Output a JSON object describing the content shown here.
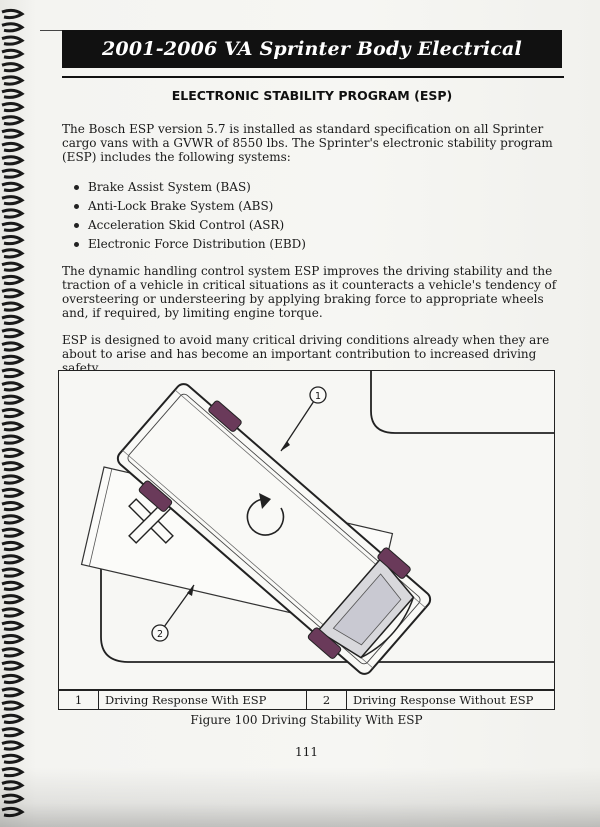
{
  "header": {
    "title": "2001-2006 VA Sprinter Body Electrical"
  },
  "section": {
    "title": "ELECTRONIC STABILITY PROGRAM (ESP)"
  },
  "intro": "The Bosch ESP version 5.7 is installed as standard specification on all Sprinter cargo vans with a GVWR of 8550 lbs. The Sprinter's electronic stability program (ESP) includes the following systems:",
  "systems": [
    "Brake Assist System (BAS)",
    "Anti-Lock Brake System (ABS)",
    "Acceleration Skid Control (ASR)",
    "Electronic Force Distribution (EBD)"
  ],
  "paragraph2": "The dynamic handling control system ESP improves the driving stability and the traction of a vehicle in critical situations as it counteracts a vehicle's tendency of oversteering or understeering by applying braking force to appropriate wheels and, if required, by limiting engine torque.",
  "paragraph3": "ESP is designed to avoid many critical driving conditions already when they are about to arise and has become an important contribution to increased driving safety.",
  "figure": {
    "callouts": [
      "1",
      "2"
    ],
    "legend": [
      {
        "number": "1",
        "label": "Driving Response With ESP"
      },
      {
        "number": "2",
        "label": "Driving Response Without ESP"
      }
    ],
    "caption": "Figure 100 Driving Stability With ESP"
  },
  "page_number": "111",
  "colors": {
    "header_band": "#111111",
    "brake_highlight": "#6a3a5a",
    "paper": "#f6f6f3"
  }
}
